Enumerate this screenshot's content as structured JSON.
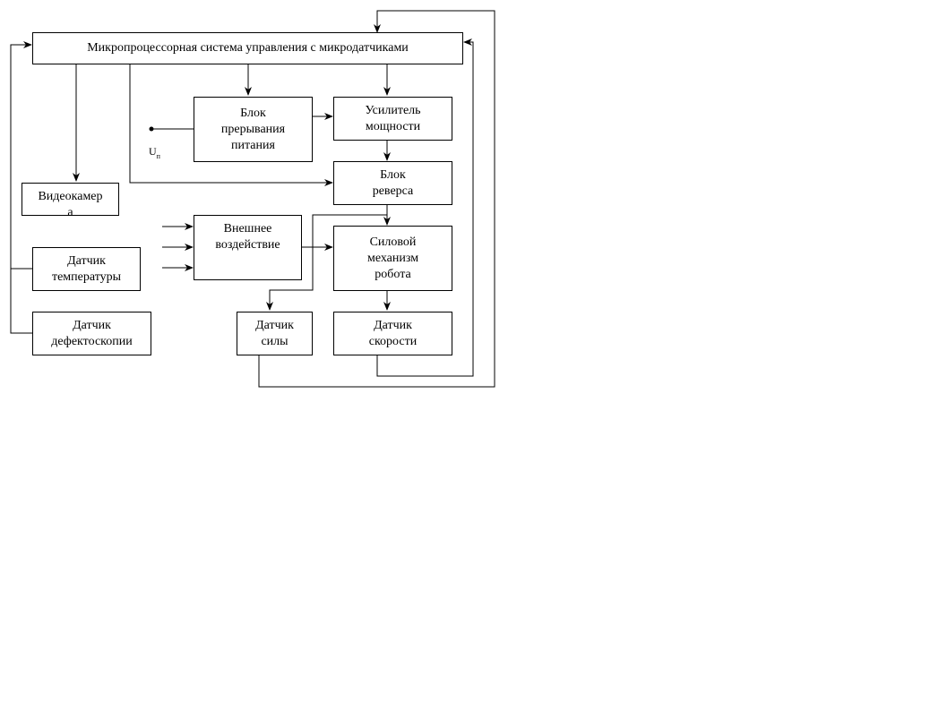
{
  "diagram": {
    "blocks": {
      "microprocessor": "Микропроцессорная система управления с микродатчиками",
      "power_interrupt": "Блок\nпрерывания\nпитания",
      "power_amplifier": "Усилитель\nмощности",
      "reverse_block": "Блок\nреверса",
      "video_camera": "Видеокамер\nа",
      "external_influence": "Внешнее\nвоздействие",
      "power_mechanism": "Силовой\nмеханизм\nробота",
      "temperature_sensor": "Датчик\nтемпературы",
      "flaw_detection_sensor": "Датчик\nдефектоскопии",
      "force_sensor": "Датчик\nсилы",
      "speed_sensor": "Датчик\nскорости"
    },
    "supply_label": {
      "main": "U",
      "subscript": "п"
    }
  }
}
